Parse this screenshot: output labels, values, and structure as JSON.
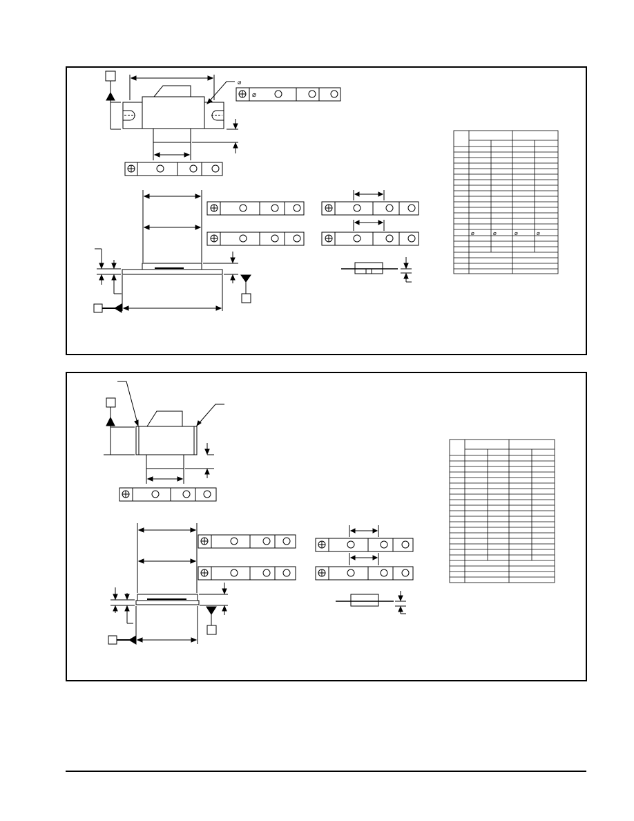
{
  "page": {
    "footer_rule_color": "#000000"
  },
  "panels": [
    {
      "id": "top",
      "symbols": {
        "diameter": "⌀",
        "position": "⊕",
        "datum_circle": "○"
      },
      "fcf_top_diameter_prefix": "⌀",
      "table": {
        "row_count": 26,
        "diameter_marks": [
          "⌀",
          "⌀",
          "⌀",
          "⌀"
        ]
      }
    },
    {
      "id": "bottom",
      "symbols": {
        "position": "⊕",
        "datum_circle": "○"
      },
      "table": {
        "row_count": 26
      }
    }
  ]
}
